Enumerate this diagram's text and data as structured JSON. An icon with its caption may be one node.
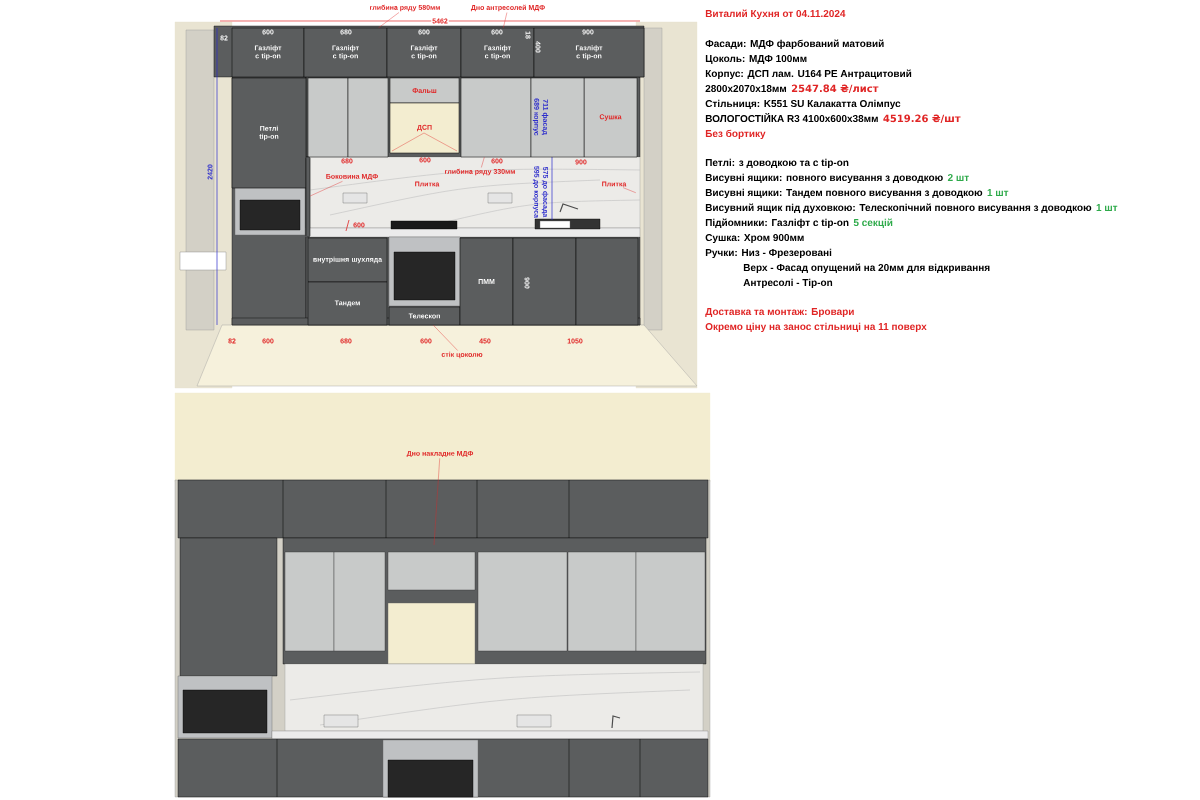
{
  "diagram": {
    "title": "Виталий Кухня от 04.11.2024",
    "nodes": [
      {
        "text": [
          "Газліфт с tip-on"
        ]
      },
      {
        "text": [
          "Газліфт с tip-on"
        ]
      },
      {
        "text": [
          "Газліфт с tip-on"
        ]
      },
      {
        "text": [
          "Газліфт с tip-on"
        ]
      },
      {
        "text": [
          "Газліфт с tip-on"
        ]
      },
      {
        "text": [
          "Петлі tip-on"
        ]
      },
      {
        "text": [
          "Фальш"
        ]
      },
      {
        "text": [
          "ДСП"
        ]
      },
      {
        "text": [
          "Сушка"
        ]
      },
      {
        "text": [
          "внутрішня шухляда"
        ]
      },
      {
        "text": [
          "Тандем"
        ]
      },
      {
        "text": [
          "Телескоп"
        ]
      },
      {
        "text": [
          "ПММ"
        ]
      },
      {
        "text": [
          "глибина ряду 580мм"
        ]
      },
      {
        "text": [
          "Дно антресолей МДФ"
        ]
      },
      {
        "text": [
          "Боковина МДФ"
        ]
      },
      {
        "text": [
          "глибина ряду 330мм"
        ]
      },
      {
        "text": [
          "Плитка"
        ]
      },
      {
        "text": [
          "стік цоколю"
        ]
      },
      {
        "text": [
          "Дно накладне МДФ"
        ]
      },
      {
        "text": [],
        "shape": "box"
      },
      {
        "text": [],
        "shape": "box"
      },
      {
        "text": [],
        "shape": "box"
      },
      {
        "text": [],
        "shape": "box"
      },
      {
        "text": [],
        "shape": "box"
      },
      {
        "text": [],
        "shape": "box"
      },
      {
        "text": [],
        "shape": "bar"
      },
      {
        "text": [],
        "shape": "box"
      },
      {
        "text": [],
        "shape": "box"
      }
    ],
    "edges": [
      {
        "from": 13,
        "to": 1,
        "arrow": "none"
      },
      {
        "from": 14,
        "to": 3,
        "arrow": "none"
      },
      {
        "from": 15,
        "to": 26,
        "arrow": "none"
      },
      {
        "from": 16,
        "to": 22,
        "arrow": "none"
      },
      {
        "from": 17,
        "to": 27,
        "arrow": "none"
      },
      {
        "from": 18,
        "to": 11,
        "arrow": "none"
      },
      {
        "from": 19,
        "to": null,
        "arrow": "none"
      }
    ],
    "labels": [
      "5462",
      "82",
      "600",
      "680",
      "600",
      "600",
      "18",
      "900",
      "400",
      "2420",
      "689 корпус",
      "711 фасад",
      "680",
      "600",
      "600",
      "900",
      "Плитка",
      "595 до корпуса",
      "575 до фасада",
      "600",
      "900",
      "82",
      "600",
      "680",
      "600",
      "450",
      "1050",
      "Фасади: МДФ фарбований матовий",
      "Цоколь: МДФ 100мм",
      "Корпус: ДСП лам. U164 PE Антрацитовий",
      "2800x2070x18мм",
      "2547.84 ₴/лист",
      "Стільниця: K551 SU Калакатта Олімпус",
      "ВОЛОГОСТІЙКА R3 4100x600x38мм",
      "4519.26 ₴/шт",
      "Без бортику",
      "Петлі: з доводкою та с tip-on",
      "Висувні ящики: повного висування з доводкою",
      "2 шт",
      "Висувні ящики: Тандем повного висування з доводкою",
      "1 шт",
      "Висувний ящик під духовкою: Телескопічний повного висування з доводкою",
      "1 шт",
      "Підйомники: Газліфт с tip-on",
      "5 секцій",
      "Сушка: Хром 900мм",
      "Ручки: Низ - Фрезеровані",
      "Верх - Фасад опущений на 20мм для відкривання",
      "Антресолі - Tip-on",
      "Доставка та монтаж: Бровари",
      "Окремо ціну на занос стільниці на 11 поверх"
    ]
  }
}
